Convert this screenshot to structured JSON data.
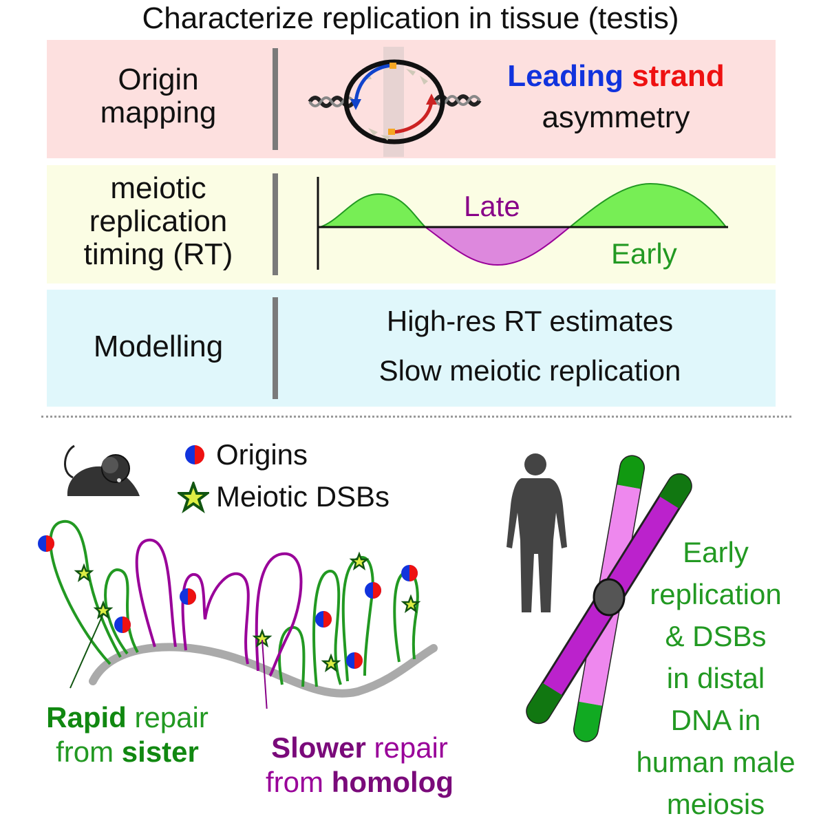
{
  "title": "Characterize replication in tissue (testis)",
  "row1": {
    "label_line1": "Origin",
    "label_line2": "mapping",
    "word_leading": "Leading",
    "word_strand": "strand",
    "word_asymmetry": "asymmetry"
  },
  "row2": {
    "label_line1": "meiotic",
    "label_line2": "replication",
    "label_line3": "timing (RT)",
    "late": "Late",
    "early": "Early"
  },
  "row3": {
    "label": "Modelling",
    "line1": "High-res RT estimates",
    "line2": "Slow meiotic replication"
  },
  "legend": {
    "origins": "Origins",
    "dsbs": "Meiotic DSBs"
  },
  "bottom_left": {
    "rapid_bold": "Rapid",
    "rapid_rest": " repair",
    "from1": "from ",
    "sister": "sister",
    "slower_bold": "Slower",
    "slower_rest": " repair",
    "from2": "from ",
    "homolog": "homolog"
  },
  "bottom_right": {
    "l1": "Early",
    "l2": "replication",
    "l3": "& DSBs",
    "l4": "in distal",
    "l5": "DNA in",
    "l6": "human male",
    "l7": "meiosis"
  },
  "colors": {
    "row1_bg": "#fde0df",
    "row2_bg": "#fbfde4",
    "row3_bg": "#e0f7fb",
    "early_fill": "#77ee55",
    "late_fill": "#dd88dd",
    "green_loop": "#229922",
    "purple_loop": "#990099",
    "axis_grey": "#aaaaaa"
  }
}
